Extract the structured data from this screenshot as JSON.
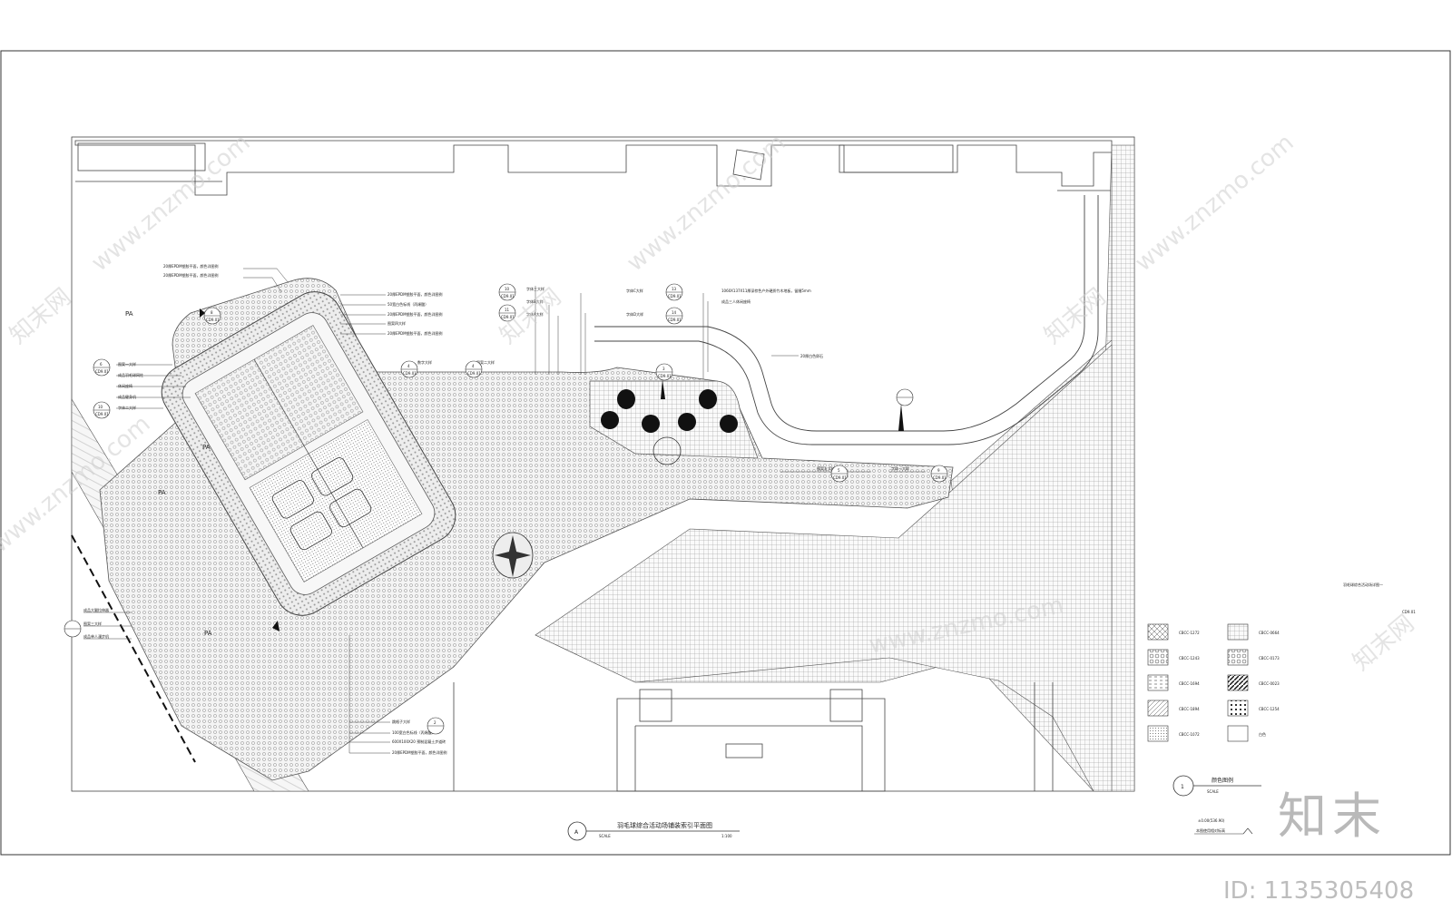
{
  "drawing": {
    "title": "羽毛球综合活动场铺装索引平面图",
    "scale_label": "SCALE",
    "scale_value": "1:100",
    "plan_tag": "A",
    "pa_labels": [
      "PA",
      "PA",
      "PA",
      "PA"
    ]
  },
  "callouts_left": [
    "20厚EPDM塑胶平面，颜色详图例",
    "20厚EPDM塑胶平面，颜色详图例",
    "图案一大样",
    "成品羽毛球网柱",
    "休闲座椅",
    "成品健身机",
    "字体二大样"
  ],
  "callouts_mid": [
    "20厚EPDM塑胶平面，颜色详图例",
    "50宽白色标线（丙烯酸）",
    "20厚EPDM塑胶平面，颜色详图例",
    "图案四大样",
    "20厚EPDM塑胶平面，颜色详图例"
  ],
  "callouts_top": [
    "数字大样",
    "图案二大样",
    "字体三大样",
    "字体B大样",
    "字体A大样",
    "字体C大样",
    "字体D大样",
    "1060X137X11厚深棕色户外硬质竹木地板，留缝5mm",
    "成品三人休闲座椅",
    "20厚白色卵石",
    "图案五大样",
    "字体一大样"
  ],
  "callouts_bottom_left": [
    "成品大腿拉伸器",
    "图案三大样",
    "成品单人漫步机"
  ],
  "callouts_bottom": [
    "跳格子大样",
    "100宽白色标线（丙烯酸）",
    "600X100X20 预制混凝土步道砖",
    "20厚EPDM塑胶平面，颜色详图例"
  ],
  "index_codes": [
    "CD9.01",
    "CD9.01",
    "CD9.01",
    "CD9.01",
    "CD9.01",
    "CD9.01",
    "CD9.01",
    "CD9.01",
    "CD9.01",
    "CD9.01",
    "CD9.01",
    "CD9.01"
  ],
  "index_nums": [
    "1",
    "2",
    "3",
    "4",
    "5",
    "6",
    "7",
    "8",
    "9",
    "10",
    "11",
    "12",
    "13",
    "14"
  ],
  "legend": {
    "title": "颜色图例",
    "tag": "1",
    "scale_label": "SCALE",
    "items": [
      {
        "code": "CBCC-1272",
        "pattern": "cross"
      },
      {
        "code": "CBCC-0664",
        "pattern": "grid"
      },
      {
        "code": "CBCC-1243",
        "pattern": "dots"
      },
      {
        "code": "CBCC-0173",
        "pattern": "circles"
      },
      {
        "code": "CBCC-1694",
        "pattern": "dash"
      },
      {
        "code": "CBCC-0023",
        "pattern": "diag-bold"
      },
      {
        "code": "CBCC-1894",
        "pattern": "diag"
      },
      {
        "code": "CBCC-1254",
        "pattern": "dotgrid"
      },
      {
        "code": "CBCC-1072",
        "pattern": "fine"
      },
      {
        "code": "白色",
        "pattern": "none"
      }
    ]
  },
  "side_note": {
    "title": "羽毛球综合活动场详图一",
    "code": "CD9.01"
  },
  "elevation_note": {
    "label": "本图使用相对标高",
    "value": "±0.00(536.90)"
  },
  "watermark": {
    "site": "www.znzmo.com",
    "brand_cn": "知末网",
    "brand_logo": "知末",
    "id": "ID: 1135305408"
  }
}
